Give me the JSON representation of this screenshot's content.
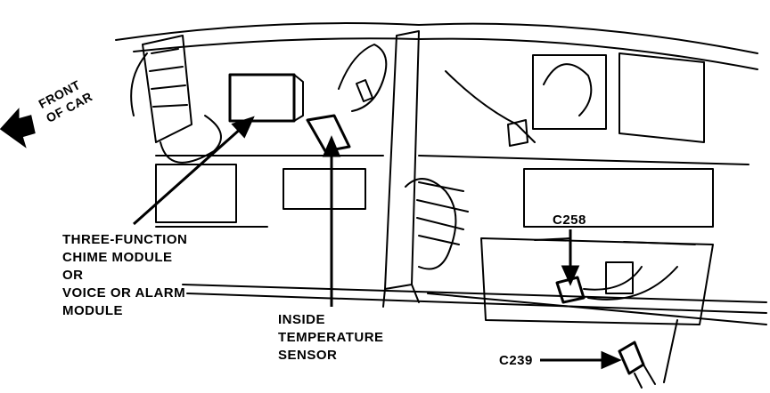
{
  "labels": {
    "front_of_car": [
      "FRONT",
      "OF CAR"
    ],
    "chime_module": [
      "THREE-FUNCTION",
      "CHIME MODULE",
      "OR",
      "VOICE OR ALARM",
      "MODULE"
    ],
    "temperature_sensor": [
      "INSIDE",
      "TEMPERATURE",
      "SENSOR"
    ],
    "connector_c258": "C258",
    "connector_c239": "C239"
  },
  "colors": {
    "ink": "#000000",
    "paper": "#ffffff"
  }
}
